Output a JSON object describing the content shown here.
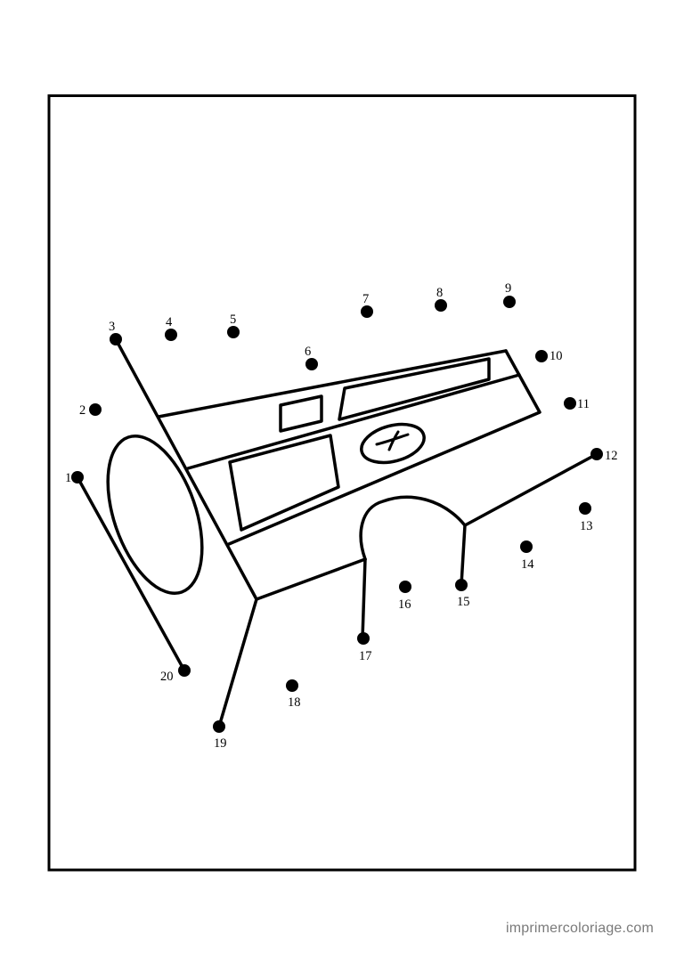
{
  "dots": [
    {
      "n": "1"
    },
    {
      "n": "2"
    },
    {
      "n": "3"
    },
    {
      "n": "4"
    },
    {
      "n": "5"
    },
    {
      "n": "6"
    },
    {
      "n": "7"
    },
    {
      "n": "8"
    },
    {
      "n": "9"
    },
    {
      "n": "10"
    },
    {
      "n": "11"
    },
    {
      "n": "12"
    },
    {
      "n": "13"
    },
    {
      "n": "14"
    },
    {
      "n": "15"
    },
    {
      "n": "16"
    },
    {
      "n": "17"
    },
    {
      "n": "18"
    },
    {
      "n": "19"
    },
    {
      "n": "20"
    }
  ],
  "watermark": "imprimercoloriage.com",
  "colors": {
    "ink": "#000000",
    "paper": "#ffffff",
    "watermark": "#7a7a7a"
  }
}
